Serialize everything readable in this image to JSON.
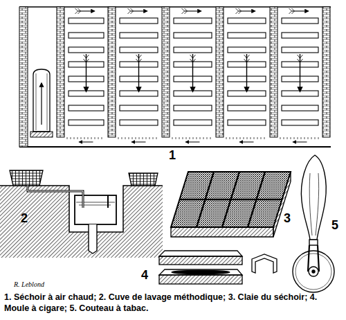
{
  "diagram": {
    "caption": "1. Séchoir à air chaud; 2. Cuve de lavage méthodique; 3. Claie du séchoir; 4. Moule à cigare; 5. Couteau à tabac.",
    "labels": [
      "1",
      "2",
      "3",
      "4",
      "5",
      "R. Leblond"
    ]
  }
}
